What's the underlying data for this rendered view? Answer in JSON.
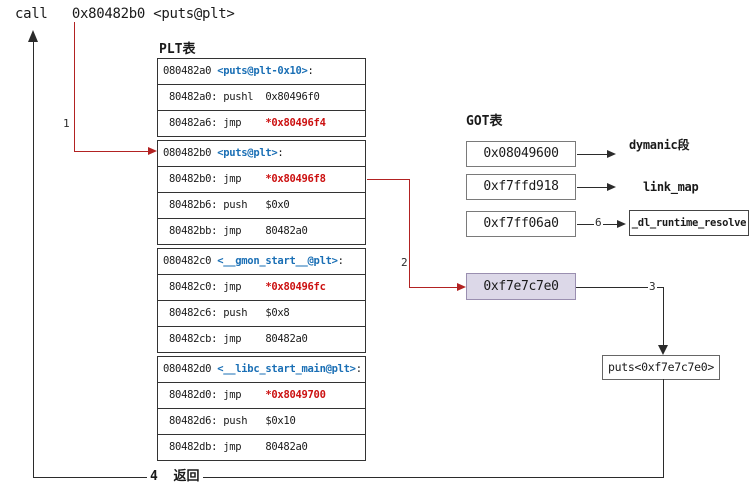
{
  "call_line": "call   0x80482b0 <puts@plt>",
  "plt": {
    "title": "PLT表",
    "groups": [
      {
        "rows": [
          [
            {
              "t": "080482a0 ",
              "s": "k"
            },
            {
              "t": "<puts@plt-0x10>",
              "s": "b"
            },
            {
              "t": ":",
              "s": "k"
            }
          ],
          [
            {
              "t": " 80482a0: pushl  0x80496f0",
              "s": "k"
            }
          ],
          [
            {
              "t": " 80482a6: jmp    ",
              "s": "k"
            },
            {
              "t": "*0x80496f4",
              "s": "r"
            }
          ]
        ]
      },
      {
        "rows": [
          [
            {
              "t": "080482b0 ",
              "s": "k"
            },
            {
              "t": "<puts@plt>",
              "s": "b"
            },
            {
              "t": ":",
              "s": "k"
            }
          ],
          [
            {
              "t": " 80482b0: jmp    ",
              "s": "k"
            },
            {
              "t": "*0x80496f8",
              "s": "r"
            }
          ],
          [
            {
              "t": " 80482b6: push   $0x0",
              "s": "k"
            }
          ],
          [
            {
              "t": " 80482bb: jmp    80482a0",
              "s": "k"
            }
          ]
        ]
      },
      {
        "rows": [
          [
            {
              "t": "080482c0 ",
              "s": "k"
            },
            {
              "t": "<__gmon_start__@plt>",
              "s": "b"
            },
            {
              "t": ":",
              "s": "k"
            }
          ],
          [
            {
              "t": " 80482c0: jmp    ",
              "s": "k"
            },
            {
              "t": "*0x80496fc",
              "s": "r"
            }
          ],
          [
            {
              "t": " 80482c6: push   $0x8",
              "s": "k"
            }
          ],
          [
            {
              "t": " 80482cb: jmp    80482a0",
              "s": "k"
            }
          ]
        ]
      },
      {
        "rows": [
          [
            {
              "t": "080482d0 ",
              "s": "k"
            },
            {
              "t": "<__libc_start_main@plt>",
              "s": "b"
            },
            {
              "t": ":",
              "s": "k"
            }
          ],
          [
            {
              "t": " 80482d0: jmp    ",
              "s": "k"
            },
            {
              "t": "*0x8049700",
              "s": "r"
            }
          ],
          [
            {
              "t": " 80482d6: push   $0x10",
              "s": "k"
            }
          ],
          [
            {
              "t": " 80482db: jmp    80482a0",
              "s": "k"
            }
          ]
        ]
      }
    ]
  },
  "got": {
    "title": "GOT表",
    "entries": [
      "0x08049600",
      "0xf7ffd918",
      "0xf7ff06a0"
    ],
    "targets": {
      "dynamic": "dymanic段",
      "link_map": "link_map",
      "dl_runtime_resolve": "_dl_runtime_resolve"
    },
    "resolved_entry": "0xf7e7c7e0"
  },
  "puts_box": "puts<0xf7e7c7e0>",
  "steps": {
    "s1": "1",
    "s2": "2",
    "s3": "3",
    "s4": "4",
    "s6": "6",
    "return_label": "返回"
  },
  "colors": {
    "red_line": "#b22222",
    "red_text": "#cc1111",
    "blue_text": "#1a6fb5",
    "black_line": "#2b2b2b",
    "resolved_box_fill": "#dcd8e8",
    "resolved_box_border": "#9a8fb0"
  }
}
